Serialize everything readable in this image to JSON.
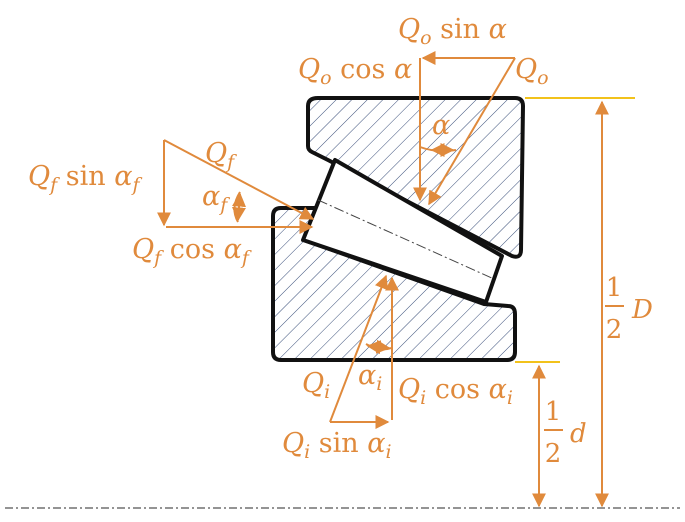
{
  "colors": {
    "force": "#e08a3c",
    "outline": "#111111",
    "hatch": "#3a4f7a",
    "roller_fill": "#ffffff",
    "yellow": "#f2c21b",
    "centerline": "#555555"
  },
  "labels": {
    "qo_sin": {
      "sym": "Q",
      "sub": "o",
      "fn": " sin ",
      "ang": "α",
      "angsub": ""
    },
    "qo_cos": {
      "sym": "Q",
      "sub": "o",
      "fn": " cos ",
      "ang": "α",
      "angsub": ""
    },
    "qo": {
      "sym": "Q",
      "sub": "o"
    },
    "alpha": {
      "ang": "α",
      "angsub": ""
    },
    "qf": {
      "sym": "Q",
      "sub": "f"
    },
    "qf_sin": {
      "sym": "Q",
      "sub": "f",
      "fn": " sin ",
      "ang": "α",
      "angsub": "f"
    },
    "alpha_f": {
      "ang": "α",
      "angsub": "f"
    },
    "qf_cos": {
      "sym": "Q",
      "sub": "f",
      "fn": " cos ",
      "ang": "α",
      "angsub": "f"
    },
    "qi": {
      "sym": "Q",
      "sub": "i"
    },
    "alpha_i": {
      "ang": "α",
      "angsub": "i"
    },
    "qi_cos": {
      "sym": "Q",
      "sub": "i",
      "fn": " cos ",
      "ang": "α",
      "angsub": "i"
    },
    "qi_sin": {
      "sym": "Q",
      "sub": "i",
      "fn": " sin ",
      "ang": "α",
      "angsub": "i"
    },
    "half_D": {
      "num": "1",
      "den": "2",
      "var": "D"
    },
    "half_d": {
      "num": "1",
      "den": "2",
      "var": "d"
    }
  }
}
